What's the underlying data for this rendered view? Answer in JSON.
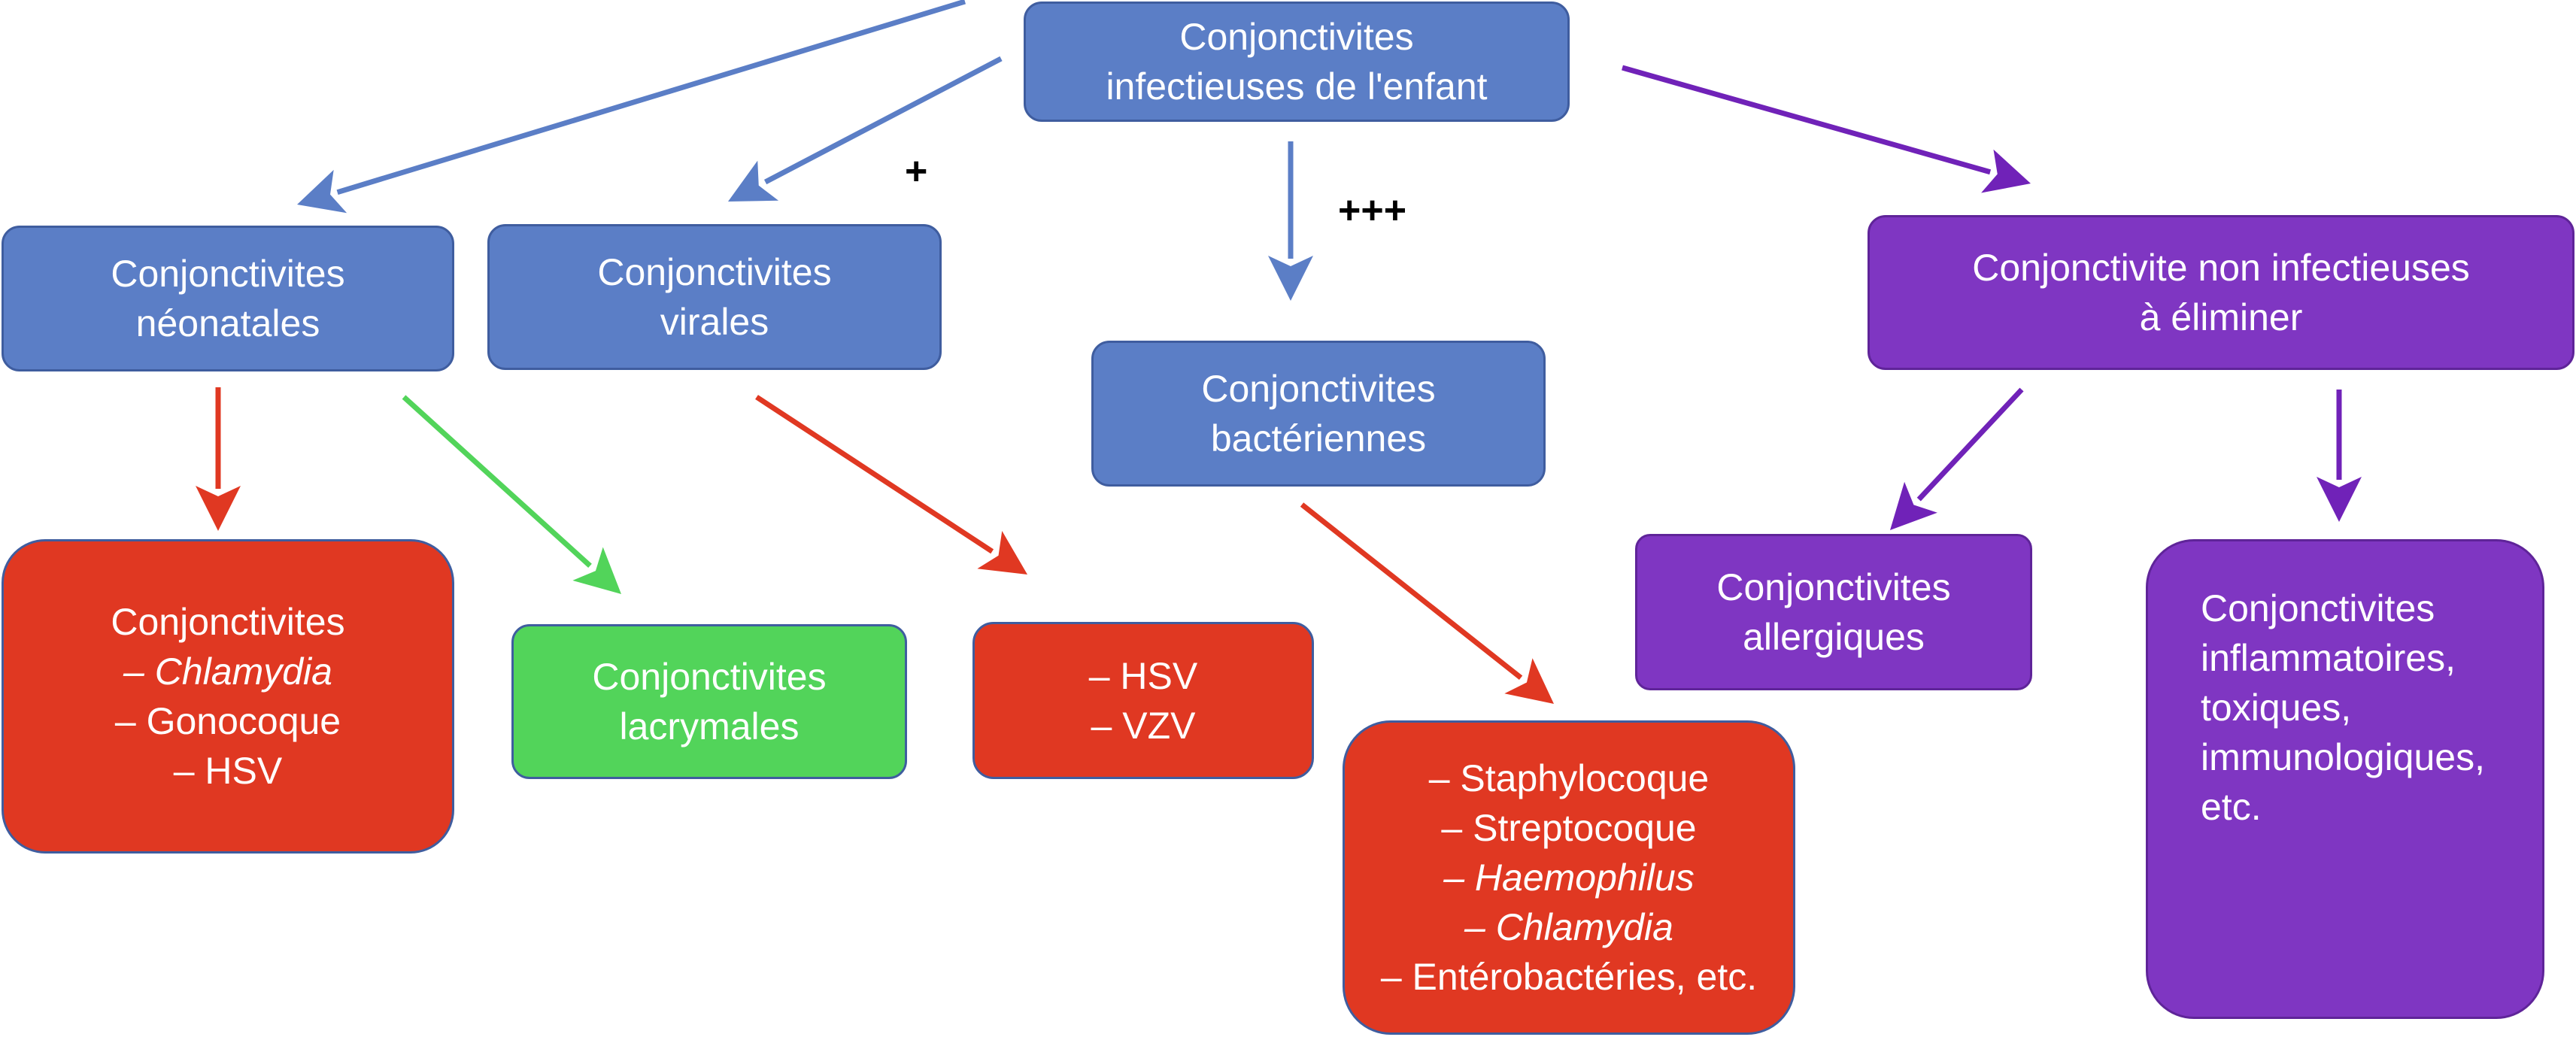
{
  "colors": {
    "blue": "#5b7ec6",
    "purple": "#7f36c2",
    "red": "#e03822",
    "green": "#52d45a",
    "arrow_blue": "#5b7ec6",
    "arrow_purple": "#7022b8",
    "arrow_red": "#e03822",
    "arrow_green": "#52d45a"
  },
  "nodes": {
    "root": {
      "line1": "Conjonctivites",
      "line2": "infectieuses de l'enfant"
    },
    "neonatal": {
      "line1": "Conjonctivites",
      "line2": "néonatales"
    },
    "viral": {
      "line1": "Conjonctivites",
      "line2": "virales"
    },
    "bacterial": {
      "line1": "Conjonctivites",
      "line2": "bactériennes"
    },
    "non_infectious": {
      "line1": "Conjonctivite non infectieuses",
      "line2": "à éliminer"
    },
    "neonatal_causes": {
      "line1": "Conjonctivites",
      "line2": "– Chlamydia",
      "line3": "– Gonocoque",
      "line4": "– HSV"
    },
    "lacrimal": {
      "line1": "Conjonctivites",
      "line2": "lacrymales"
    },
    "viral_causes": {
      "line1": "– HSV",
      "line2": "–  VZV"
    },
    "bacterial_causes": {
      "line1": "– Staphylocoque",
      "line2": "– Streptocoque",
      "line3": "– Haemophilus",
      "line4": "– Chlamydia",
      "line5": "– Entérobactéries, etc."
    },
    "allergic": {
      "line1": "Conjonctivites",
      "line2": "allergiques"
    },
    "inflammatory": {
      "line1": "Conjonctivites",
      "line2": "inflammatoires,",
      "line3": "toxiques,",
      "line4": "immunologiques,",
      "line5": "etc."
    }
  },
  "annotations": {
    "viral_freq": "+",
    "bacterial_freq": "+++"
  }
}
